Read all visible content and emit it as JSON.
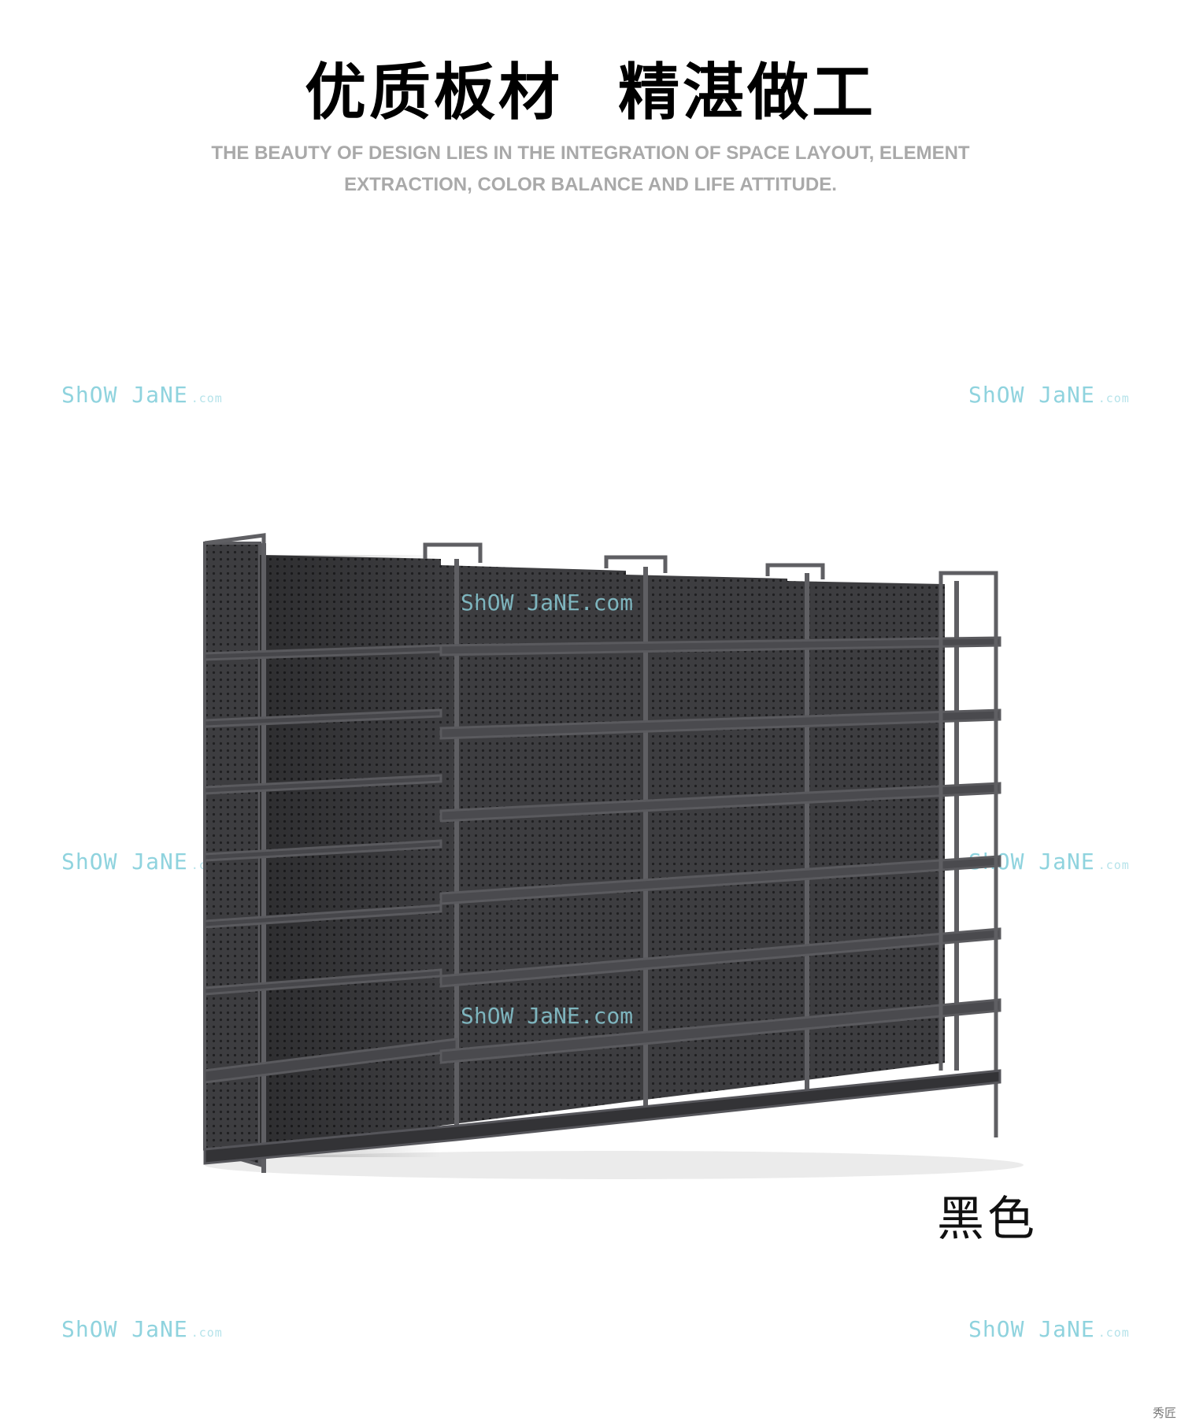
{
  "headline": {
    "left": "优质板材",
    "right": "精湛做工"
  },
  "tagline": {
    "line1": "THE BEAUTY OF DESIGN LIES IN THE INTEGRATION OF SPACE LAYOUT, ELEMENT",
    "line2": "EXTRACTION, COLOR BALANCE AND LIFE ATTITUDE."
  },
  "watermark": {
    "brand": "ShOW JaNE",
    "domain": ".com"
  },
  "product": {
    "color_label": "黑色"
  },
  "corner_mark": "秀匠",
  "colors": {
    "shelf_dark": "#3c3c3e",
    "shelf_frame": "#58585c",
    "watermark": "#8fd3de"
  }
}
